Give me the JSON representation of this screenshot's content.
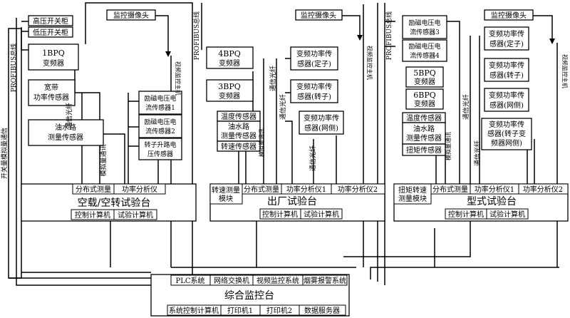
{
  "switchgear": {
    "high_voltage": "高压开关柜",
    "low_voltage": "低压开关柜"
  },
  "left_vertical": {
    "switch_comm": "开关量模拟量通信",
    "profibus": "PROFIBUS总线"
  },
  "air_bench": {
    "bpq_code": "1BPQ",
    "bpq_name": "变频器",
    "wideband_sensor": [
      "宽带",
      "功率传感器"
    ],
    "oil_sensor": [
      "油水路",
      "测量传感器"
    ],
    "excitation_voltage_sensor": [
      "励磁电压电",
      "流传感器1"
    ],
    "excitation_current_sensor": [
      "励磁电压电",
      "流传感器2"
    ],
    "rotor_voltage_sensor": [
      "转子升路电",
      "压传感器"
    ],
    "fiber_label": "通信光纤",
    "analog_label": "模拟量通讯",
    "distributed_measurement": "分布式测量",
    "power_analyzer": "功率分析仪",
    "title": "空载/空转试验台",
    "control_computer": "控制计算机",
    "test_computer": "试验计算机"
  },
  "factory_bench": {
    "camera": "监控摄像头",
    "camera_host": "视频监控主机",
    "bpq4_code": "4BPQ",
    "bpq4_name": "变频器",
    "bpq3_code": "3BPQ",
    "bpq3_name": "变频器",
    "profibus_label": "PROFIBUS总线",
    "fiber_label_1": "通信光纤",
    "fiber_label_2": "通信光纤",
    "fiber_label_3": "通信光纤",
    "analog_label": "模拟量通讯",
    "temp_sensor": "温度传感器",
    "oil_sensor": [
      "油水路",
      "测量传感器"
    ],
    "speed_sensor": "转速传感器",
    "vfd_sensor_stator": [
      "变频功率传",
      "感器(定子)"
    ],
    "vfd_sensor_rotor": [
      "变频功率传",
      "感器(转子)"
    ],
    "vfd_sensor_grid": [
      "变频功率传",
      "感器(网侧)"
    ],
    "speed_module": [
      "转速测量",
      "模块"
    ],
    "distributed_measurement": "分布式测量",
    "power_analyzer_1": "功率分析仪1",
    "power_analyzer_2": "功率分析仪2",
    "title": "出厂试验台",
    "control_computer": "控制计算机",
    "test_computer": "试验计算机"
  },
  "type_bench": {
    "excitation_sensor_3": [
      "励磁电压电",
      "流传感器3"
    ],
    "excitation_sensor_4": [
      "励磁电压电",
      "流传感器4"
    ],
    "profibus_label": "PROFIBUS总线",
    "bpq5_code": "5BPQ",
    "bpq5_name": "变频器",
    "bpq6_code": "6BPQ",
    "bpq6_name": "变频器",
    "temp_sensor": "温度传感器",
    "oil_sensor": [
      "油水路",
      "测量传感器"
    ],
    "torque_sensor": "扭矩传感器",
    "analog_label": "模拟量通讯",
    "fiber_label_1": "通信光纤",
    "fiber_label_2": "通信光纤",
    "camera": "监控摄像头",
    "camera_host": "视频监控主机",
    "vfd_sensor_stator": [
      "变频功率传",
      "感器(定子)"
    ],
    "vfd_sensor_rotor": [
      "变频功率传",
      "感器(转子)"
    ],
    "vfd_sensor_grid": [
      "变频功率传",
      "感器(网侧)"
    ],
    "vfd_sensor_rotor_inverter": [
      "变频功率传",
      "感器(转子变",
      "频器网侧)"
    ],
    "torque_module": [
      "扭矩转速",
      "测量模块"
    ],
    "distributed_measurement": "分布式测量",
    "power_analyzer_1": "功率分析仪1",
    "power_analyzer_2": "功率分析仪2",
    "title": "型式试验台",
    "control_computer": "控制计算机",
    "test_computer": "试验计算机"
  },
  "center": {
    "plc": "PLC系统",
    "network_switch": "网络交换机",
    "video_system": "视频监控系统",
    "fire_alarm": "烟雾报警系统",
    "title": "综合监控台",
    "system_control_computer": "系统控制计算机",
    "printer_1": "打印机1",
    "printer_2": "打印机2",
    "data_server": "数据服务器"
  }
}
